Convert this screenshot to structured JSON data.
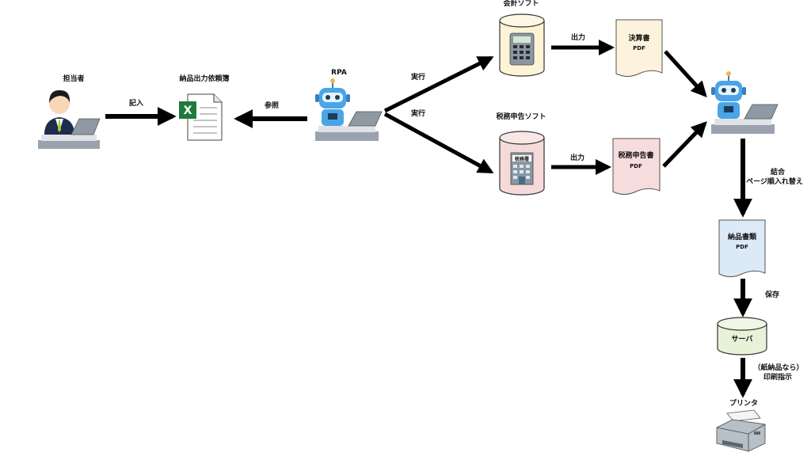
{
  "labels": {
    "person": "担当者",
    "request_form": "納品出力依頼簿",
    "rpa": "RPA",
    "write": "記入",
    "reference": "参照",
    "execute_top": "実行",
    "execute_bottom": "実行",
    "accounting_soft": "会計ソフト",
    "tax_soft": "税務申告ソフト",
    "output_top": "出力",
    "output_bottom": "出力",
    "settlement_doc": "決算書",
    "settlement_pdf": "PDF",
    "tax_doc": "税務申告書",
    "tax_pdf": "PDF",
    "merge": "結合",
    "reorder": "ページ順入れ替え",
    "delivery_doc": "納品書類",
    "delivery_pdf": "PDF",
    "save": "保存",
    "server": "サーバ",
    "paper_note": "（紙納品なら）",
    "print_instruction": "印刷指示",
    "printer": "プリンタ",
    "tax_building_sign": "税務署"
  },
  "colors": {
    "arrow": "#000000",
    "accounting_db": "#fff3d6",
    "tax_db": "#f6dada",
    "settlement_doc": "#fdf3dc",
    "tax_doc": "#f6dcdc",
    "delivery_doc": "#dceaf7",
    "server_db": "#e8f2d8",
    "robot": "#4aa5e6",
    "excel_green": "#1f7a3e"
  }
}
